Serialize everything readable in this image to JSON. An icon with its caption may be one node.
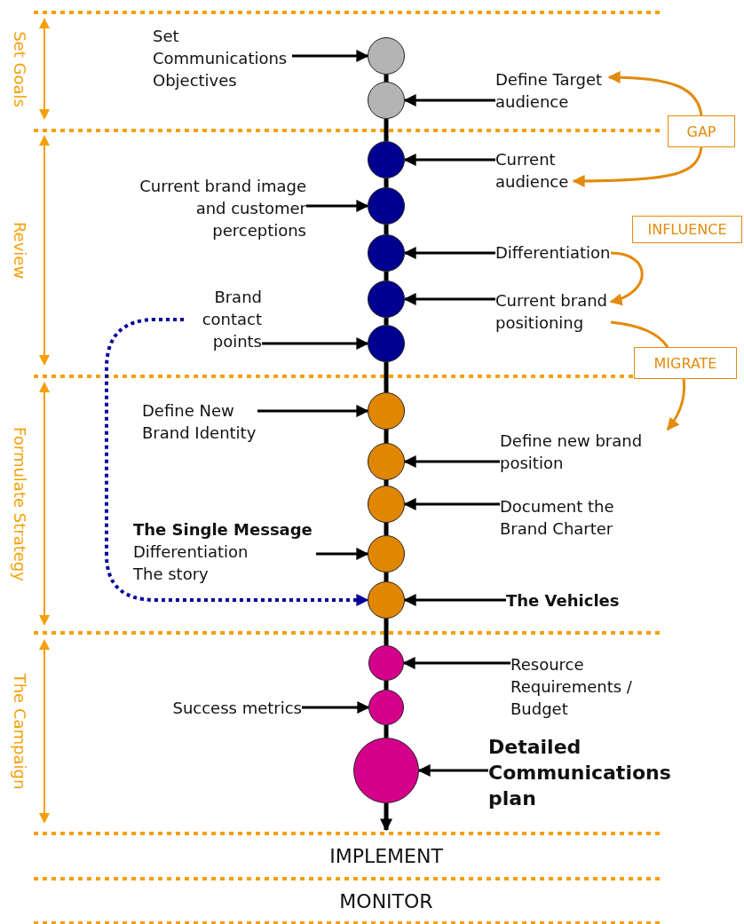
{
  "diagram": {
    "nodes": [
      {
        "text": [
          "Set Communications Objectives"
        ]
      },
      {
        "text": [],
        "shape": "circle"
      },
      {
        "text": [
          "Define Target audience"
        ]
      },
      {
        "text": [],
        "shape": "circle"
      },
      {
        "text": [
          "GAP"
        ]
      },
      {
        "text": [],
        "shape": "circle"
      },
      {
        "text": [
          "Current audience"
        ]
      },
      {
        "text": [
          "Current brand image and customer perceptions"
        ]
      },
      {
        "text": [],
        "shape": "circle"
      },
      {
        "text": [
          "INFLUENCE"
        ]
      },
      {
        "text": [
          "Differentiation"
        ]
      },
      {
        "text": [],
        "shape": "circle"
      },
      {
        "text": [
          "Current brand positioning"
        ]
      },
      {
        "text": [],
        "shape": "circle"
      },
      {
        "text": [
          "Brand contact points"
        ]
      },
      {
        "text": [],
        "shape": "circle"
      },
      {
        "text": [
          "MIGRATE"
        ]
      },
      {
        "text": [
          "Define New Brand Identity"
        ]
      },
      {
        "text": [],
        "shape": "circle"
      },
      {
        "text": [
          "Define new brand position"
        ]
      },
      {
        "text": [],
        "shape": "circle"
      },
      {
        "text": [
          "Document the Brand Charter"
        ]
      },
      {
        "text": [],
        "shape": "circle"
      },
      {
        "text": [
          "The Single Message",
          "Differentiation",
          "The story"
        ]
      },
      {
        "text": [],
        "shape": "circle"
      },
      {
        "text": [],
        "shape": "circle"
      },
      {
        "text": [
          "The Vehicles"
        ]
      },
      {
        "text": [],
        "shape": "circle"
      },
      {
        "text": [
          "Resource Requirements / Budget"
        ]
      },
      {
        "text": [
          "Success metrics"
        ]
      },
      {
        "text": [],
        "shape": "circle"
      },
      {
        "text": [],
        "shape": "circle"
      },
      {
        "text": [
          "Detailed Communications plan"
        ]
      }
    ],
    "edges": [
      {
        "from": 1,
        "to": 3,
        "arrow": "none"
      },
      {
        "from": 3,
        "to": 5,
        "arrow": "none"
      },
      {
        "from": 5,
        "to": 8,
        "arrow": "none"
      },
      {
        "from": 8,
        "to": 11,
        "arrow": "none"
      },
      {
        "from": 11,
        "to": 13,
        "arrow": "none"
      },
      {
        "from": 13,
        "to": 15,
        "arrow": "none"
      },
      {
        "from": 15,
        "to": 18,
        "arrow": "none"
      },
      {
        "from": 18,
        "to": 20,
        "arrow": "none"
      },
      {
        "from": 20,
        "to": 22,
        "arrow": "none"
      },
      {
        "from": 22,
        "to": 24,
        "arrow": "none"
      },
      {
        "from": 24,
        "to": 25,
        "arrow": "none"
      },
      {
        "from": 25,
        "to": 27,
        "arrow": "none"
      },
      {
        "from": 27,
        "to": 30,
        "arrow": "none"
      },
      {
        "from": 30,
        "to": 31,
        "arrow": "none"
      },
      {
        "from": 31,
        "to": null,
        "arrow": "to"
      },
      {
        "from": 0,
        "to": 1,
        "arrow": "to"
      },
      {
        "from": 2,
        "to": 3,
        "arrow": "to"
      },
      {
        "from": 6,
        "to": 5,
        "arrow": "to"
      },
      {
        "from": 7,
        "to": 8,
        "arrow": "to"
      },
      {
        "from": 10,
        "to": 11,
        "arrow": "to"
      },
      {
        "from": 12,
        "to": 13,
        "arrow": "to"
      },
      {
        "from": 14,
        "to": 15,
        "arrow": "to"
      },
      {
        "from": 17,
        "to": 18,
        "arrow": "to"
      },
      {
        "from": 19,
        "to": 20,
        "arrow": "to"
      },
      {
        "from": 21,
        "to": 22,
        "arrow": "to"
      },
      {
        "from": 23,
        "to": 24,
        "arrow": "to"
      },
      {
        "from": 26,
        "to": 25,
        "arrow": "to"
      },
      {
        "from": 28,
        "to": 27,
        "arrow": "to"
      },
      {
        "from": 29,
        "to": 30,
        "arrow": "to"
      },
      {
        "from": 32,
        "to": 31,
        "arrow": "to"
      },
      {
        "from": 4,
        "to": 2,
        "arrow": "to",
        "color": "#e38b0c"
      },
      {
        "from": 4,
        "to": 6,
        "arrow": "to",
        "color": "#e38b0c"
      },
      {
        "from": 10,
        "to": 12,
        "arrow": "to",
        "color": "#e38b0c"
      },
      {
        "from": 12,
        "to": 16,
        "arrow": "none",
        "color": "#e38b0c"
      },
      {
        "from": 16,
        "to": 19,
        "arrow": "to",
        "color": "#e38b0c"
      },
      {
        "from": 14,
        "to": 25,
        "arrow": "to",
        "style": "dashed",
        "color": "#000099"
      }
    ],
    "labels": [
      "Set Goals",
      "Review",
      "Formulate Strategy",
      "The Campaign",
      "IMPLEMENT",
      "MONITOR"
    ]
  }
}
